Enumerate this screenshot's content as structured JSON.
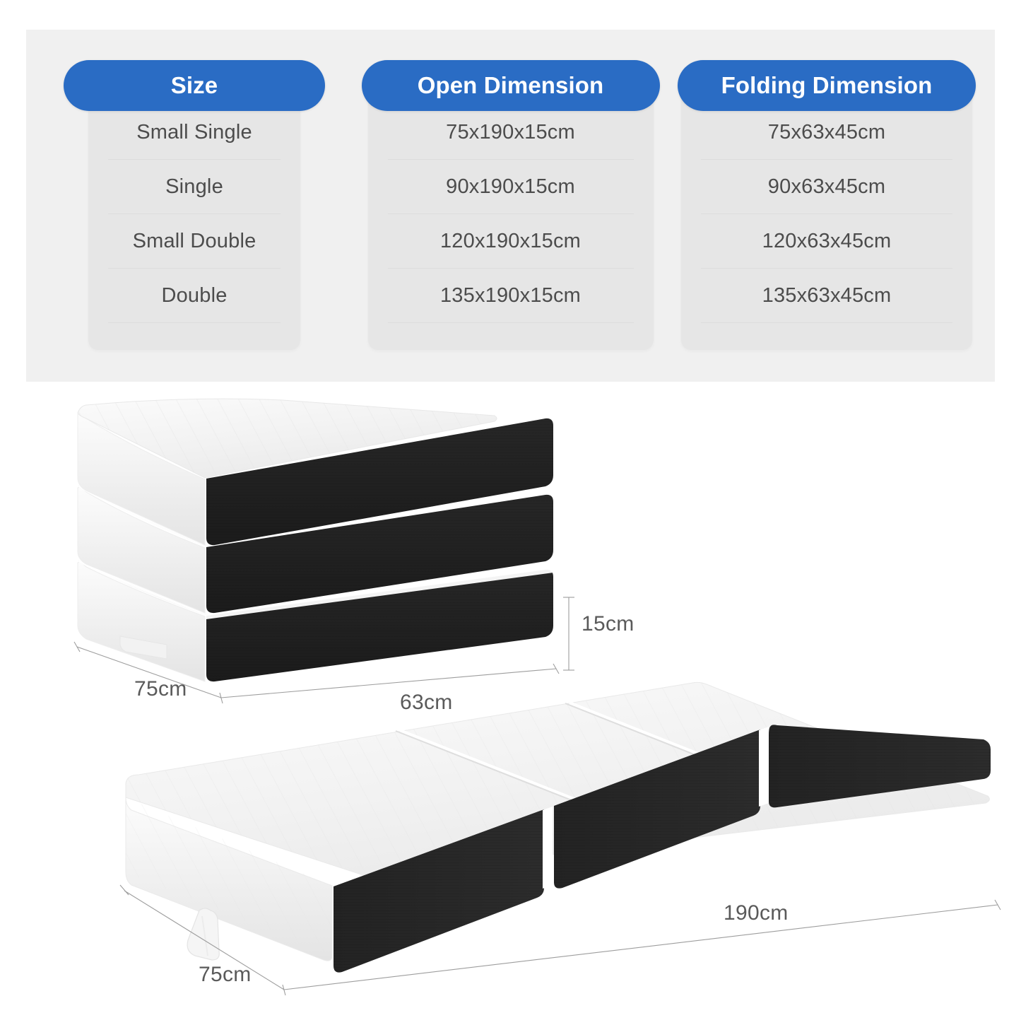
{
  "spec_table": {
    "columns": [
      {
        "header": "Size",
        "values": [
          "Small Single",
          "Single",
          "Small Double",
          "Double"
        ]
      },
      {
        "header": "Open Dimension",
        "values": [
          "75x190x15cm",
          "90x190x15cm",
          "120x190x15cm",
          "135x190x15cm"
        ]
      },
      {
        "header": "Folding Dimension",
        "values": [
          "75x63x45cm",
          "90x63x45cm",
          "120x63x45cm",
          "135x63x45cm"
        ]
      }
    ],
    "header_color": "#2a6cc4",
    "panel_color": "#f0f0f0",
    "card_color": "#e6e6e6",
    "text_color": "#4c4c4c"
  },
  "folded_view": {
    "name": "tri-fold-mattress-folded",
    "dimensions": {
      "depth": "75cm",
      "width": "63cm",
      "height": "15cm"
    },
    "layers": 3,
    "top_color": "#f6f6f6",
    "side_color": "#222222",
    "handle": "carry-handle"
  },
  "unfolded_view": {
    "name": "tri-fold-mattress-unfolded",
    "dimensions": {
      "width": "75cm",
      "length": "190cm"
    },
    "sections": 3,
    "top_color": "#f7f7f7",
    "side_color": "#222222",
    "handle": "carry-handle"
  }
}
